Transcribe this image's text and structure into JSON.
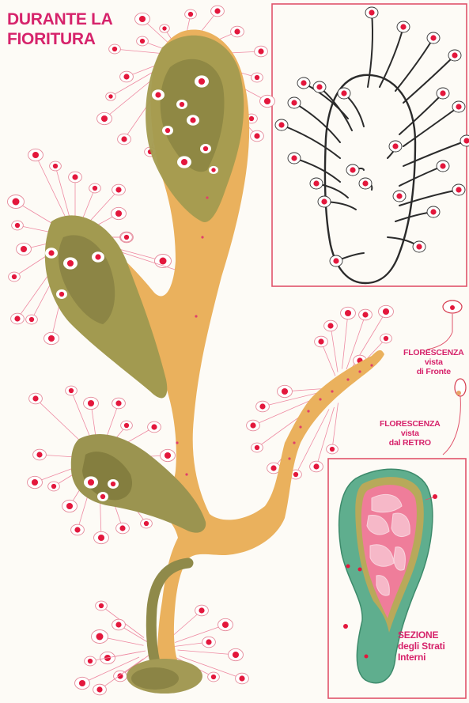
{
  "title": {
    "line1": "DURANTE LA",
    "line2": "FIORITURA"
  },
  "labels": {
    "front": {
      "line1": "FLORESCENZA",
      "line2": "vista",
      "line3": "di Fronte"
    },
    "back": {
      "line1": "FLORESCENZA",
      "line2": "vista",
      "line3": "dal RETRO"
    },
    "section": {
      "line1": "SEZIONE",
      "line2": "degli Strati",
      "line3": "Interni"
    }
  },
  "colors": {
    "accent": "#d6236b",
    "thallus_orange": "#eab15d",
    "thallus_olive": "#9c9650",
    "frame": "#e0536a",
    "floret_red": "#e3173c",
    "section_green": "#5fae8e",
    "section_pink": "#ef7d9a",
    "outline": "#2b2b2b"
  }
}
